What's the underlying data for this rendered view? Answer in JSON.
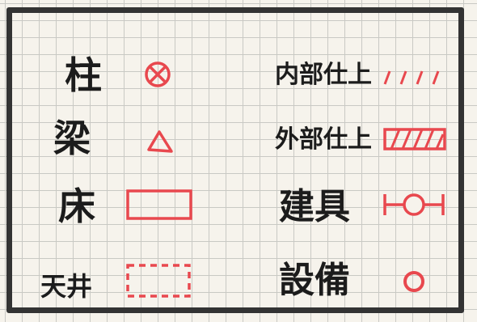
{
  "legend": {
    "left": [
      {
        "label": "柱",
        "icon": "circle-x-icon"
      },
      {
        "label": "梁",
        "icon": "triangle-icon"
      },
      {
        "label": "床",
        "icon": "rectangle-icon"
      },
      {
        "label": "天井",
        "icon": "dashed-rectangle-icon"
      }
    ],
    "right": [
      {
        "label": "内部仕上",
        "icon": "dashed-slash-line-icon"
      },
      {
        "label": "外部仕上",
        "icon": "hatched-bar-icon"
      },
      {
        "label": "建具",
        "icon": "circle-on-line-icon"
      },
      {
        "label": "設備",
        "icon": "small-circle-icon"
      }
    ]
  },
  "colors": {
    "ink": "#1c1c1c",
    "red": "#e8484e",
    "frame": "#333333",
    "grid": "#c9c9c4"
  }
}
